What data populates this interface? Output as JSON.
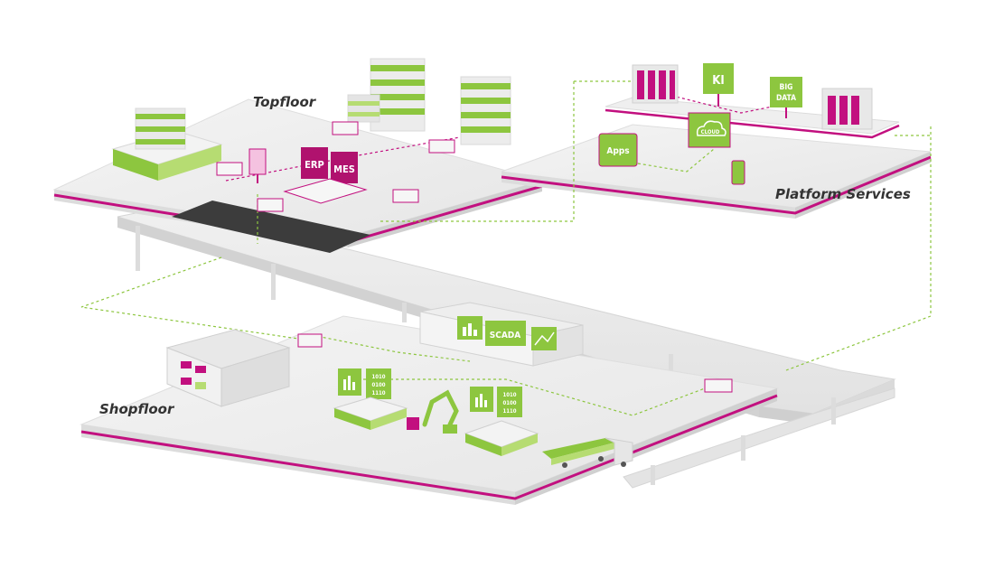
{
  "zones": {
    "topfloor": "Topfloor",
    "platform": "Platform Services",
    "shopfloor": "Shopfloor"
  },
  "signs": {
    "erp": "ERP",
    "mes": "MES",
    "ki": "KI",
    "bigdata_line1": "BIG",
    "bigdata_line2": "DATA",
    "apps": "Apps",
    "cloud": "CLOUD",
    "scada": "SCADA",
    "binary_line1": "1010",
    "binary_line2": "0100",
    "binary_line3": "1110"
  },
  "colors": {
    "accent_magenta": "#c2107f",
    "accent_green": "#8dc63f",
    "green_light": "#b6dc72",
    "platform_top": "#ebebeb",
    "platform_side": "#dcdcdc",
    "link_dash": "#8dc63f",
    "link_dash_red": "#c2107f"
  }
}
